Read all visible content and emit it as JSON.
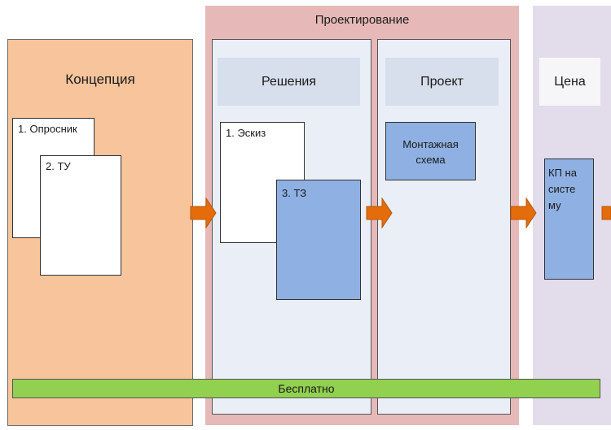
{
  "stages": {
    "concept": {
      "title": "Концепция",
      "docs": [
        "1. Опросник",
        "2. ТУ"
      ]
    },
    "design": {
      "title": "Проектирование",
      "solutions": {
        "title": "Решения",
        "docs": [
          "1. Эскиз",
          "3. ТЗ"
        ]
      },
      "project": {
        "title": "Проект",
        "docs": [
          "Монтажная схема"
        ]
      }
    },
    "price": {
      "title": "Цена",
      "docs": [
        "КП на систему"
      ]
    }
  },
  "kp_lines": [
    "КП на",
    "систе",
    "му"
  ],
  "free_label": "Бесплатно",
  "colors": {
    "concept": "#f8c49c",
    "design": "#e6b9b8",
    "subcolumn": "#eaeef6",
    "header": "#d6dfeb",
    "price": "#e3dcea",
    "blue_doc": "#8fb0e3",
    "free_bar": "#92d050",
    "arrow": "#e46c0a"
  }
}
